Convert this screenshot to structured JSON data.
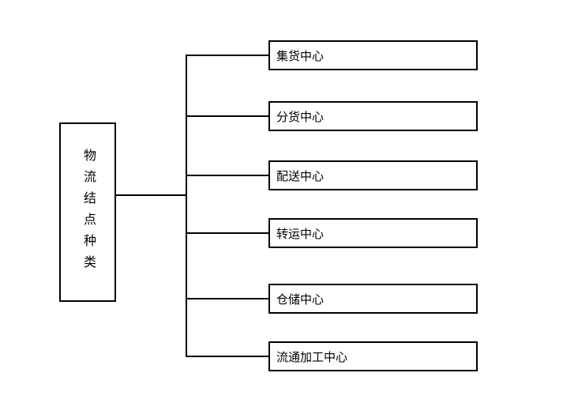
{
  "diagram": {
    "title": "logistics-node-types-tree",
    "root": {
      "label": "物流结点种类"
    },
    "children": [
      {
        "label": "集货中心"
      },
      {
        "label": "分货中心"
      },
      {
        "label": "配送中心"
      },
      {
        "label": "转运中心"
      },
      {
        "label": "仓储中心"
      },
      {
        "label": "流通加工中心"
      }
    ],
    "colors": {
      "line": "#000000",
      "border": "#000000",
      "background": "#ffffff",
      "text": "#000000"
    }
  }
}
